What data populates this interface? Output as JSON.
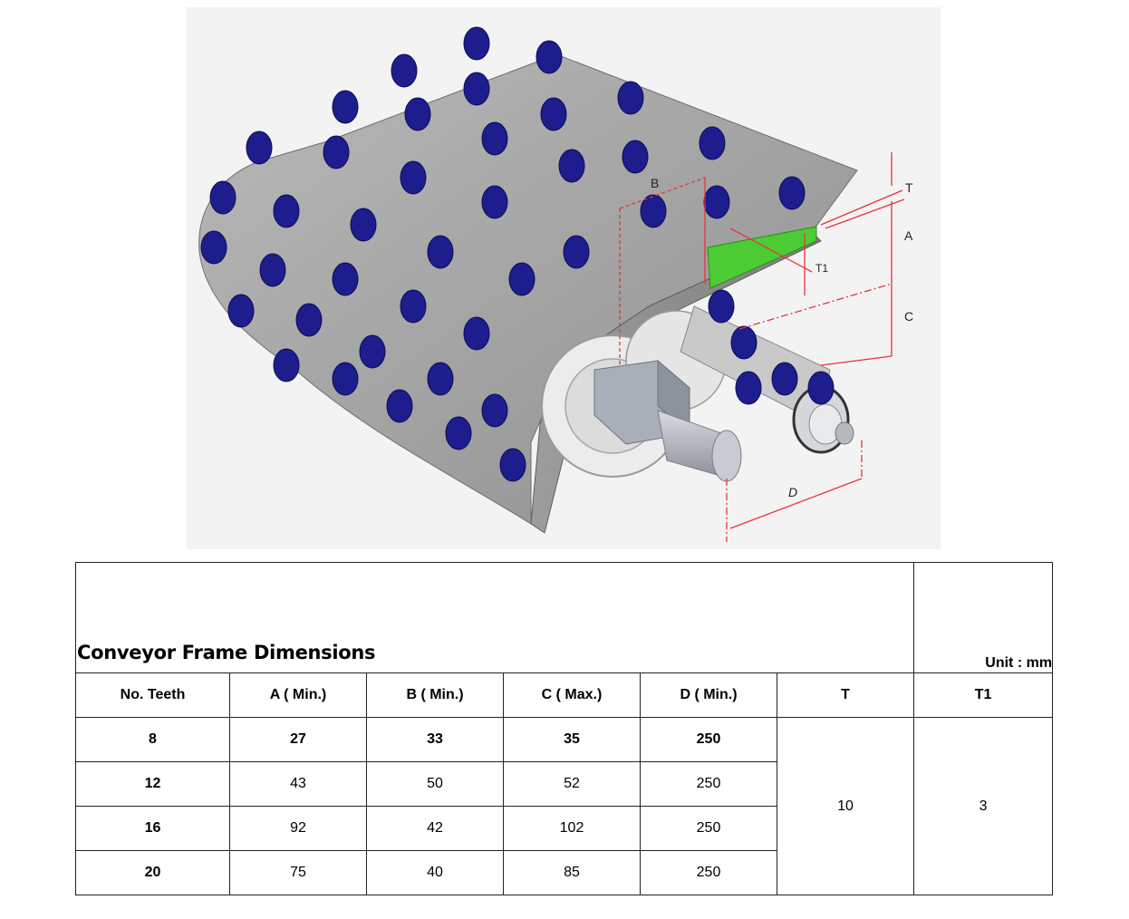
{
  "figure": {
    "dimension_labels": [
      "B",
      "T",
      "A",
      "T1",
      "C",
      "D"
    ],
    "colors": {
      "belt": "#a3a3a3",
      "roller": "#1d1d8e",
      "dimension_line": "#e8333a",
      "tooth": "#4ccc33",
      "sprocket": "#ececec",
      "shaft": "#b9bdc4"
    }
  },
  "table": {
    "title": "Conveyor Frame Dimensions",
    "unit": "Unit : mm",
    "headers": [
      "No. Teeth",
      "A ( Min.)",
      "B ( Min.)",
      "C ( Max.)",
      "D ( Min.)",
      "T",
      "T1"
    ],
    "rows": [
      [
        "8",
        "27",
        "33",
        "35",
        "250"
      ],
      [
        "12",
        "43",
        "50",
        "52",
        "250"
      ],
      [
        "16",
        "92",
        "42",
        "102",
        "250"
      ],
      [
        "20",
        "75",
        "40",
        "85",
        "250"
      ]
    ],
    "T_value": "10",
    "T1_value": "3"
  }
}
